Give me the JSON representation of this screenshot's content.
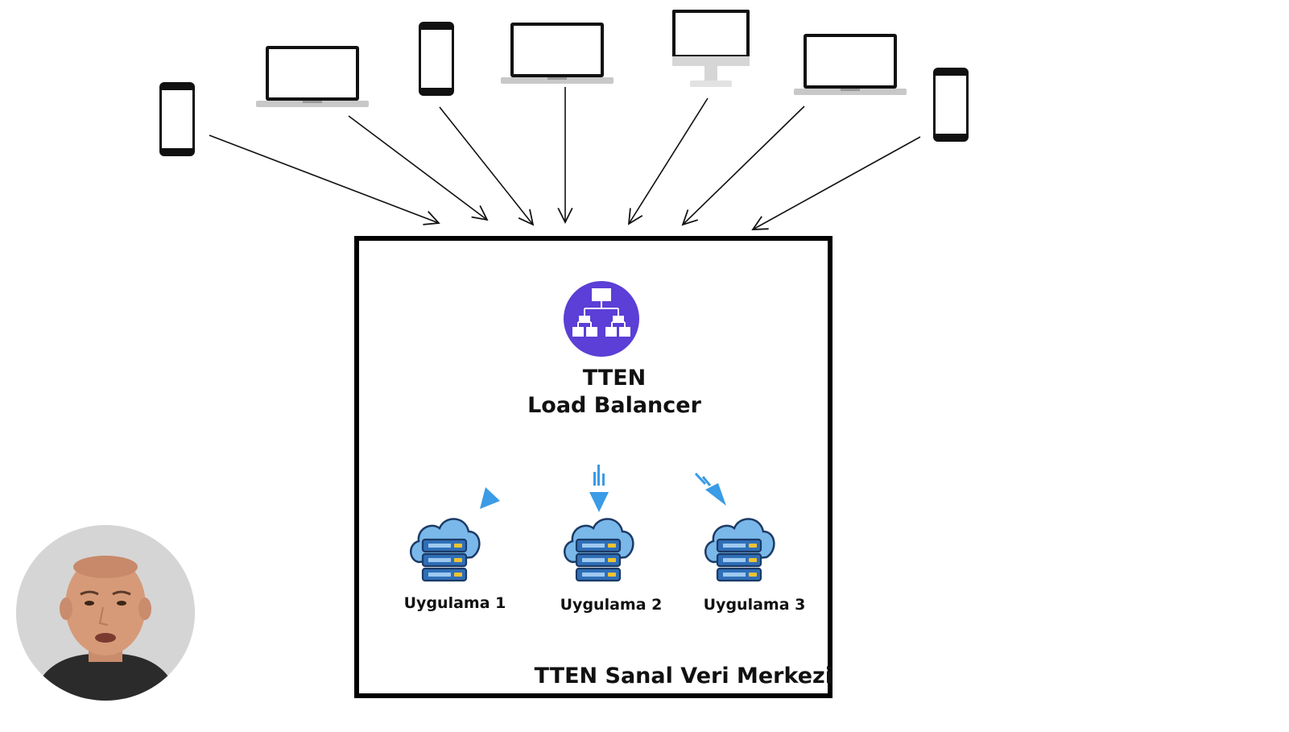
{
  "load_balancer": {
    "line1": "TTEN",
    "line2": "Load Balancer"
  },
  "apps": [
    {
      "label": "Uygulama 1"
    },
    {
      "label": "Uygulama 2"
    },
    {
      "label": "Uygulama 3"
    }
  ],
  "datacenter": {
    "label": "TTEN Sanal Veri Merkezi"
  },
  "client_devices": [
    "phone",
    "laptop",
    "phone",
    "laptop",
    "monitor",
    "laptop",
    "phone"
  ],
  "icons": {
    "load_balancer": "hierarchy-icon",
    "app_server": "cloud-server-icon",
    "flow": "arrow-icon"
  },
  "colors": {
    "load_balancer_circle": "#5b3fd6",
    "server_blue": "#2f6fb8",
    "cloud_blue": "#7ab8ea",
    "flow_arrow": "#3a9be6",
    "box_border": "#000000"
  }
}
